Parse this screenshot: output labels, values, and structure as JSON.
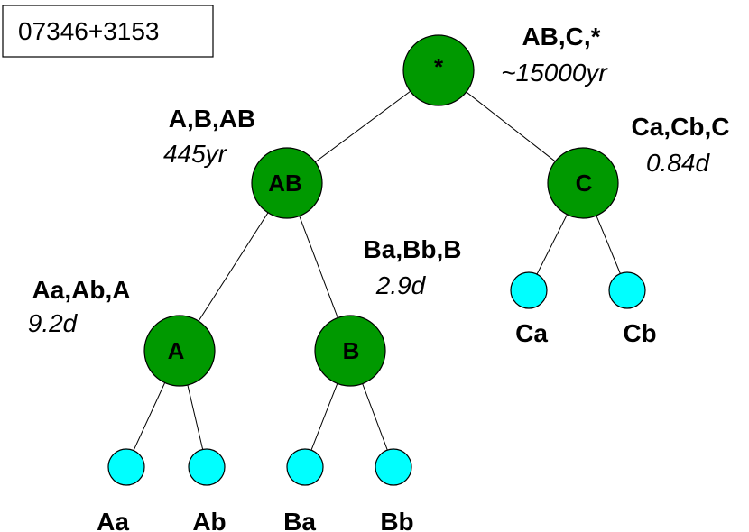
{
  "system_name": "07346+3153",
  "colors": {
    "orbit_node": "#009900",
    "star_node": "#00ffff",
    "line": "#000000"
  },
  "nodes": {
    "root": {
      "label": "*"
    },
    "AB": {
      "label": "AB"
    },
    "C": {
      "label": "C"
    },
    "A": {
      "label": "A"
    },
    "B": {
      "label": "B"
    }
  },
  "stars": {
    "Aa": {
      "label": "Aa"
    },
    "Ab": {
      "label": "Ab"
    },
    "Ba": {
      "label": "Ba"
    },
    "Bb": {
      "label": "Bb"
    },
    "Ca": {
      "label": "Ca"
    },
    "Cb": {
      "label": "Cb"
    }
  },
  "orbits": {
    "root": {
      "name": "AB,C,*",
      "period": "~15000yr"
    },
    "AB": {
      "name": "A,B,AB",
      "period": "445yr"
    },
    "C": {
      "name": "Ca,Cb,C",
      "period": "0.84d"
    },
    "A": {
      "name": "Aa,Ab,A",
      "period": "9.2d"
    },
    "B": {
      "name": "Ba,Bb,B",
      "period": "2.9d"
    }
  }
}
